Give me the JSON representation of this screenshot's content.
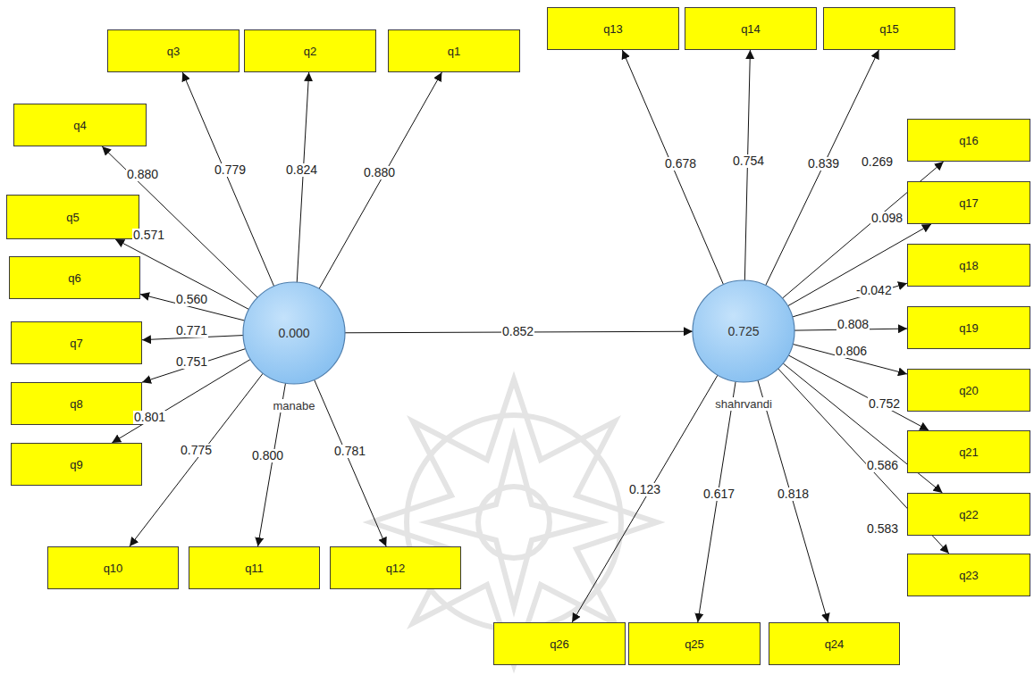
{
  "diagram": {
    "nodes": [
      {
        "text": [
          "0.000",
          "manabe"
        ]
      },
      {
        "text": [
          "0.725",
          "shahrvandi"
        ]
      },
      {
        "text": [
          "q1"
        ]
      },
      {
        "text": [
          "q2"
        ]
      },
      {
        "text": [
          "q3"
        ]
      },
      {
        "text": [
          "q4"
        ]
      },
      {
        "text": [
          "q5"
        ]
      },
      {
        "text": [
          "q6"
        ]
      },
      {
        "text": [
          "q7"
        ]
      },
      {
        "text": [
          "q8"
        ]
      },
      {
        "text": [
          "q9"
        ]
      },
      {
        "text": [
          "q10"
        ]
      },
      {
        "text": [
          "q11"
        ]
      },
      {
        "text": [
          "q12"
        ]
      },
      {
        "text": [
          "q13"
        ]
      },
      {
        "text": [
          "q14"
        ]
      },
      {
        "text": [
          "q15"
        ]
      },
      {
        "text": [
          "q16"
        ]
      },
      {
        "text": [
          "q17"
        ]
      },
      {
        "text": [
          "q18"
        ]
      },
      {
        "text": [
          "q19"
        ]
      },
      {
        "text": [
          "q20"
        ]
      },
      {
        "text": [
          "q21"
        ]
      },
      {
        "text": [
          "q22"
        ]
      },
      {
        "text": [
          "q23"
        ]
      },
      {
        "text": [
          "q24"
        ]
      },
      {
        "text": [
          "q25"
        ]
      },
      {
        "text": [
          "q26"
        ]
      }
    ],
    "edges": [
      {
        "from": 0,
        "to": 2,
        "arrow": "to",
        "label": "0.880"
      },
      {
        "from": 0,
        "to": 3,
        "arrow": "to",
        "label": "0.824"
      },
      {
        "from": 0,
        "to": 4,
        "arrow": "to",
        "label": "0.779"
      },
      {
        "from": 0,
        "to": 5,
        "arrow": "to",
        "label": "0.880"
      },
      {
        "from": 0,
        "to": 6,
        "arrow": "to",
        "label": "0.571"
      },
      {
        "from": 0,
        "to": 7,
        "arrow": "to",
        "label": "0.560"
      },
      {
        "from": 0,
        "to": 8,
        "arrow": "to",
        "label": "0.771"
      },
      {
        "from": 0,
        "to": 9,
        "arrow": "to",
        "label": "0.751"
      },
      {
        "from": 0,
        "to": 10,
        "arrow": "to",
        "label": "0.801"
      },
      {
        "from": 0,
        "to": 11,
        "arrow": "to",
        "label": "0.775"
      },
      {
        "from": 0,
        "to": 12,
        "arrow": "to",
        "label": "0.800"
      },
      {
        "from": 0,
        "to": 13,
        "arrow": "to",
        "label": "0.781"
      },
      {
        "from": 1,
        "to": 14,
        "arrow": "to",
        "label": "0.678"
      },
      {
        "from": 1,
        "to": 15,
        "arrow": "to",
        "label": "0.754"
      },
      {
        "from": 1,
        "to": 16,
        "arrow": "to",
        "label": "0.839"
      },
      {
        "from": 1,
        "to": 17,
        "arrow": "to",
        "label": "0.269"
      },
      {
        "from": 1,
        "to": 18,
        "arrow": "to",
        "label": "0.098"
      },
      {
        "from": 1,
        "to": 19,
        "arrow": "to",
        "label": "-0.042"
      },
      {
        "from": 1,
        "to": 20,
        "arrow": "to",
        "label": "0.808"
      },
      {
        "from": 1,
        "to": 21,
        "arrow": "to",
        "label": "0.806"
      },
      {
        "from": 1,
        "to": 22,
        "arrow": "to",
        "label": "0.752"
      },
      {
        "from": 1,
        "to": 23,
        "arrow": "to",
        "label": "0.586"
      },
      {
        "from": 1,
        "to": 24,
        "arrow": "to",
        "label": "0.583"
      },
      {
        "from": 1,
        "to": 25,
        "arrow": "to",
        "label": "0.818"
      },
      {
        "from": 1,
        "to": 26,
        "arrow": "to",
        "label": "0.617"
      },
      {
        "from": 1,
        "to": 27,
        "arrow": "to",
        "label": "0.123"
      },
      {
        "from": 0,
        "to": 1,
        "arrow": "to",
        "label": "0.852"
      }
    ]
  }
}
